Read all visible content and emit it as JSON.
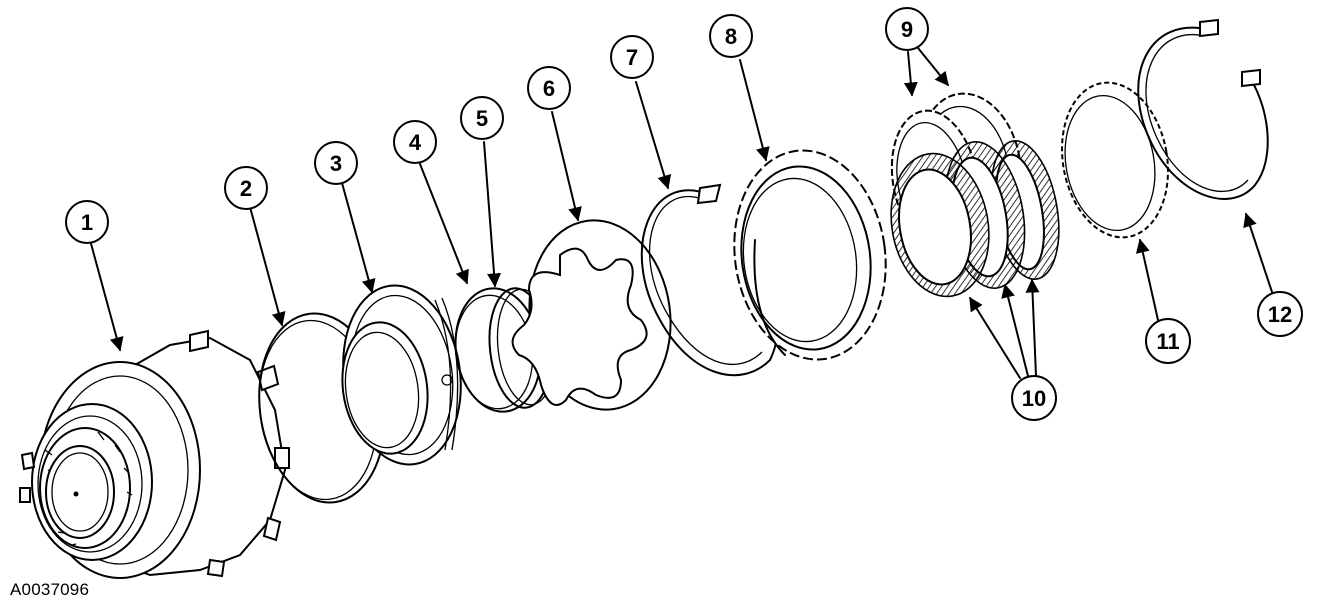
{
  "figure_id": "A0037096",
  "callouts": [
    {
      "label": "1"
    },
    {
      "label": "2"
    },
    {
      "label": "3"
    },
    {
      "label": "4"
    },
    {
      "label": "5"
    },
    {
      "label": "6"
    },
    {
      "label": "7"
    },
    {
      "label": "8"
    },
    {
      "label": "9"
    },
    {
      "label": "10"
    },
    {
      "label": "11"
    },
    {
      "label": "12"
    }
  ],
  "colors": {
    "line": "#000000",
    "background": "#ffffff"
  }
}
